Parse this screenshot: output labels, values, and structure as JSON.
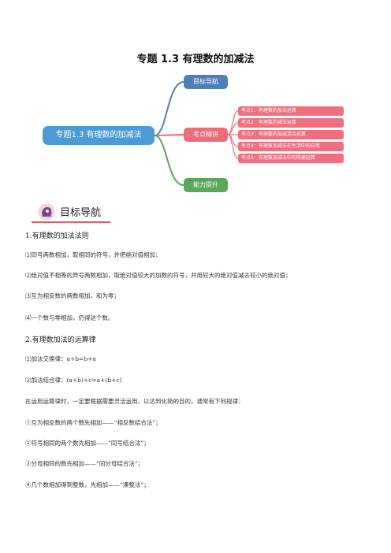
{
  "title": "专题 1.3  有理数的加减法",
  "mindmap": {
    "root": "专题1.3 有理数的加减法",
    "branches": [
      "目标导航",
      "考点精讲",
      "能力提升"
    ],
    "leaves": [
      "考点1：有理数的加法运算",
      "考点2：有理数的减法运算",
      "考点3：有理数的加减混合运算",
      "考点4：有理数加减法在生活中的应用",
      "考点5：有理数加减法中的简便运算"
    ],
    "colors": {
      "root": "#4a9bd8",
      "goal": "#4f7fb8",
      "points": "#ee6b7a",
      "improve": "#5aa65a"
    }
  },
  "section": {
    "title": "目标导航"
  },
  "content": {
    "h1": "1.有理数的加法法则",
    "rules": [
      "⑴同号两数相加，取相同的符号，并把绝对值相加；",
      "⑵绝对值不相等的异号两数相加，取绝对值较大的加数的符号，并用较大的绝对值减去较小的绝对值；",
      "⑶互为相反数的两数相加，和为零；",
      "⑷一个数与零相加，仍得这个数。"
    ],
    "h2": "2.有理数加法的运算律",
    "laws": [
      "⑴加法交换律：a+b=b+a",
      "⑵加法结合律：(a+b)+c=a+(b+c)"
    ],
    "intro": "在运用运算律时，一定要根据需要灵活运用，以达到化简的目的，通常有下列规律：",
    "tips": [
      "①互为相反数的两个数先相加——“相反数结合法”；",
      "②符号相同的两个数先相加——“同号结合法”；",
      "③分母相同的数先相加——“同分母结合法”；",
      "④几个数相加得到整数，先相加——“凑整法”；"
    ]
  }
}
